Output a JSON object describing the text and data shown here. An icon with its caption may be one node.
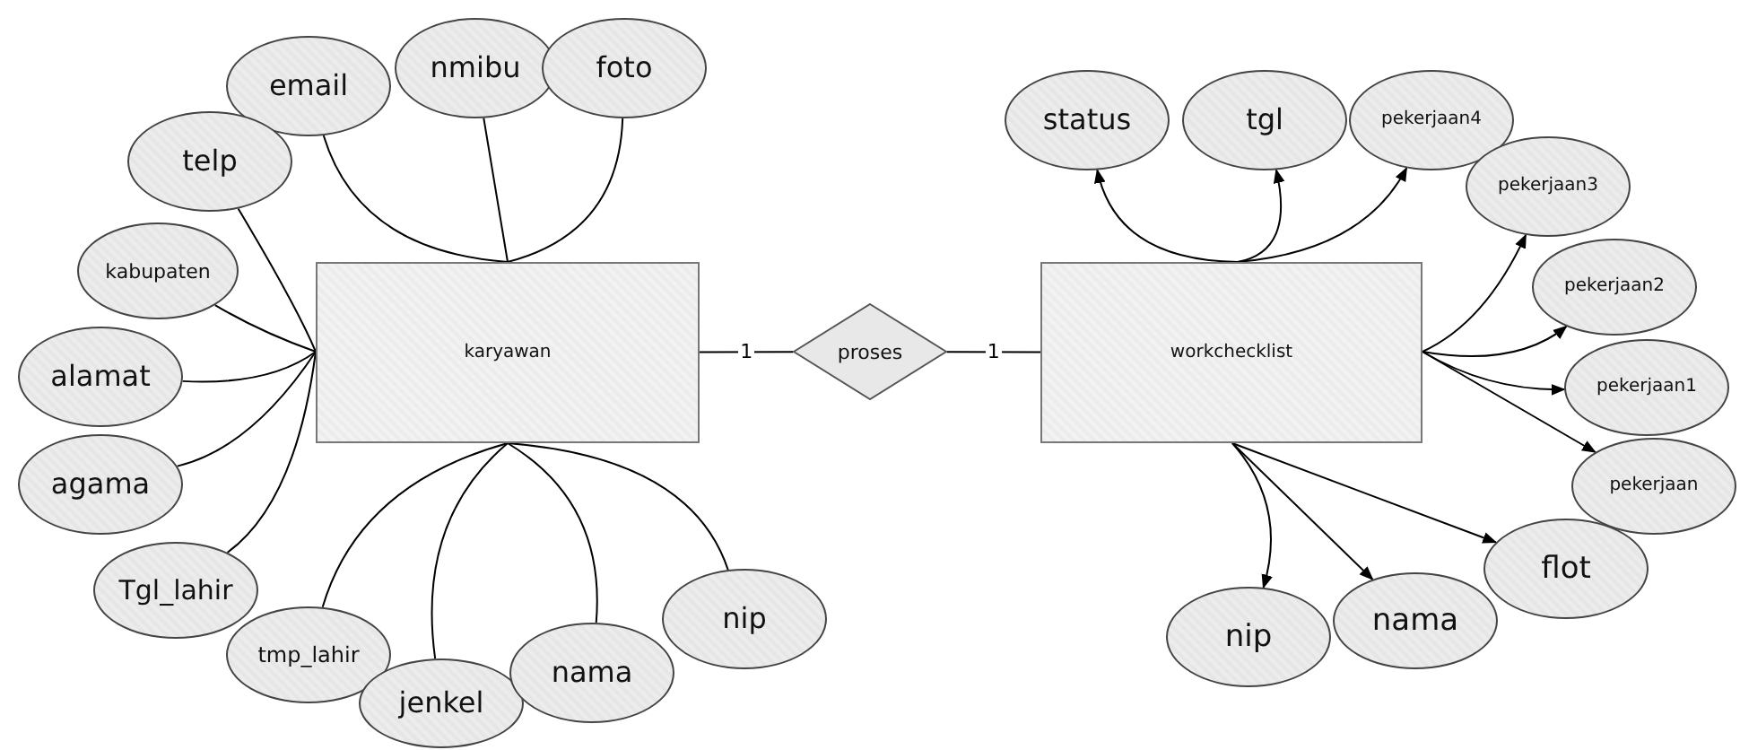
{
  "diagram": {
    "nodes": [
      {
        "text": [
          "karyawan"
        ]
      },
      {
        "text": [
          "proses"
        ]
      },
      {
        "text": [
          "workchecklist"
        ]
      },
      {
        "text": [
          "email"
        ]
      },
      {
        "text": [
          "nmibu"
        ]
      },
      {
        "text": [
          "foto"
        ]
      },
      {
        "text": [
          "telp"
        ]
      },
      {
        "text": [
          "kabupaten"
        ]
      },
      {
        "text": [
          "alamat"
        ]
      },
      {
        "text": [
          "agama"
        ]
      },
      {
        "text": [
          "Tgl_lahir"
        ]
      },
      {
        "text": [
          "tmp_lahir"
        ]
      },
      {
        "text": [
          "jenkel"
        ]
      },
      {
        "text": [
          "nama"
        ]
      },
      {
        "text": [
          "nip"
        ]
      },
      {
        "text": [
          "status"
        ]
      },
      {
        "text": [
          "tgl"
        ]
      },
      {
        "text": [
          "pekerjaan4"
        ]
      },
      {
        "text": [
          "pekerjaan3"
        ]
      },
      {
        "text": [
          "pekerjaan2"
        ]
      },
      {
        "text": [
          "pekerjaan1"
        ]
      },
      {
        "text": [
          "pekerjaan"
        ]
      },
      {
        "text": [
          "flot"
        ]
      },
      {
        "text": [
          "nama"
        ]
      },
      {
        "text": [
          "nip"
        ]
      }
    ],
    "edges": [
      {
        "from": 0,
        "to": 1,
        "arrow": "none",
        "label": "1"
      },
      {
        "from": 1,
        "to": 2,
        "arrow": "none",
        "label": "1"
      },
      {
        "from": 0,
        "to": 3,
        "arrow": "none"
      },
      {
        "from": 0,
        "to": 4,
        "arrow": "none"
      },
      {
        "from": 0,
        "to": 5,
        "arrow": "none"
      },
      {
        "from": 0,
        "to": 6,
        "arrow": "none"
      },
      {
        "from": 0,
        "to": 7,
        "arrow": "none"
      },
      {
        "from": 0,
        "to": 8,
        "arrow": "none"
      },
      {
        "from": 0,
        "to": 9,
        "arrow": "none"
      },
      {
        "from": 0,
        "to": 10,
        "arrow": "none"
      },
      {
        "from": 0,
        "to": 11,
        "arrow": "none"
      },
      {
        "from": 0,
        "to": 12,
        "arrow": "none"
      },
      {
        "from": 0,
        "to": 13,
        "arrow": "none"
      },
      {
        "from": 0,
        "to": 14,
        "arrow": "none"
      },
      {
        "from": 2,
        "to": 15,
        "arrow": "to"
      },
      {
        "from": 2,
        "to": 16,
        "arrow": "to"
      },
      {
        "from": 2,
        "to": 17,
        "arrow": "to"
      },
      {
        "from": 2,
        "to": 18,
        "arrow": "to"
      },
      {
        "from": 2,
        "to": 19,
        "arrow": "to"
      },
      {
        "from": 2,
        "to": 20,
        "arrow": "to"
      },
      {
        "from": 2,
        "to": 21,
        "arrow": "to"
      },
      {
        "from": 2,
        "to": 22,
        "arrow": "to"
      },
      {
        "from": 2,
        "to": 23,
        "arrow": "to"
      },
      {
        "from": 2,
        "to": 24,
        "arrow": "to"
      }
    ]
  }
}
